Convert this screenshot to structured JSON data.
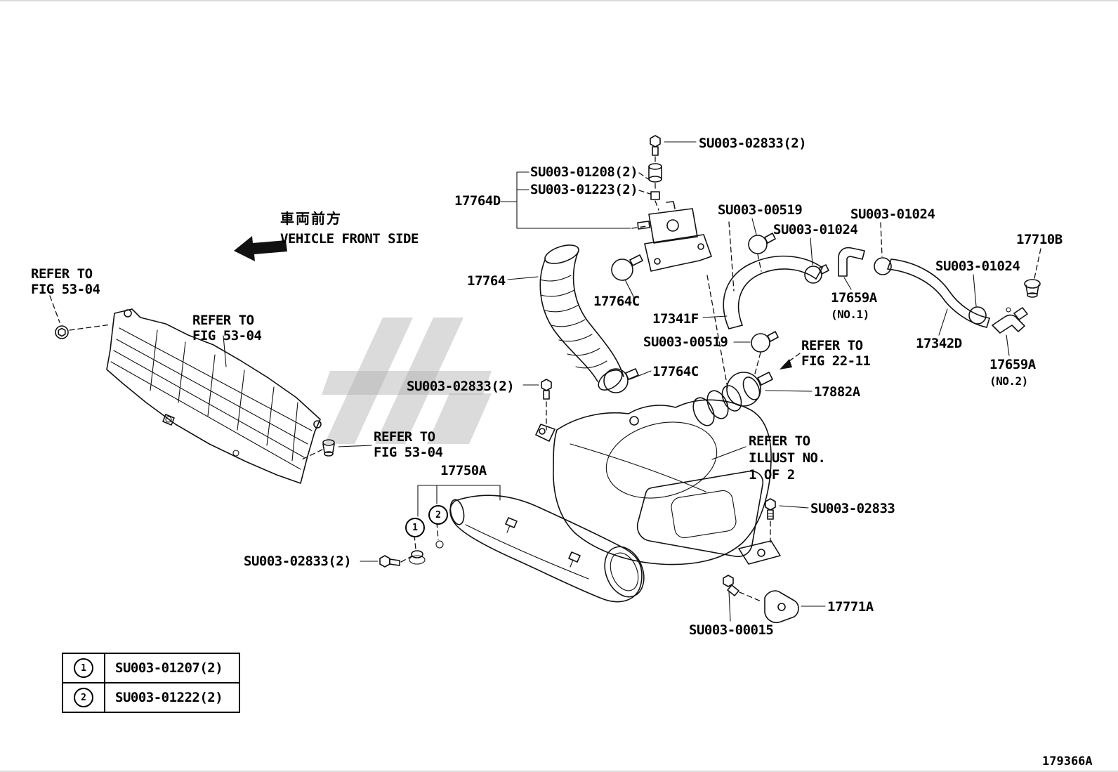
{
  "figure": {
    "code": "179366A"
  },
  "orientation": {
    "jp": "車両前方",
    "en": "VEHICLE FRONT SIDE"
  },
  "parts": {
    "bolt_top": "SU003-02833(2)",
    "su01208": "SU003-01208(2)",
    "su01223": "SU003-01223(2)",
    "valve_assy": "17764D",
    "clamp_00519_1": "SU003-00519",
    "clamp_01024_1": "SU003-01024",
    "clamp_01024_2": "SU003-01024",
    "grommet_17710b": "17710B",
    "clamp_01024_3": "SU003-01024",
    "hose_17764": "17764",
    "clamp_17764c_1": "17764C",
    "elbow_17659a_1": "17659A",
    "elbow_17659a_1_note": "(NO.1)",
    "hose_17341f": "17341F",
    "clamp_00519_2": "SU003-00519",
    "hose_17342d": "17342D",
    "elbow_17659a_2": "17659A",
    "elbow_17659a_2_note": "(NO.2)",
    "clamp_17764c_2": "17764C",
    "bolt_mid": "SU003-02833(2)",
    "clamp_17882a": "17882A",
    "duct_17750a": "17750A",
    "bolt_right": "SU003-02833",
    "bolt_bottom": "SU003-02833(2)",
    "bracket_17771a": "17771A",
    "bolt_00015": "SU003-00015"
  },
  "references": {
    "fig5304_left": [
      "REFER TO",
      "FIG 53-04"
    ],
    "fig5304_mid": [
      "REFER TO",
      "FIG 53-04"
    ],
    "fig5304_low": [
      "REFER TO",
      "FIG 53-04"
    ],
    "fig2211": [
      "REFER TO",
      "FIG 22-11"
    ],
    "illust": [
      "REFER TO",
      "ILLUST NO.",
      "1 OF 2"
    ]
  },
  "callouts": {
    "c1": "1",
    "c2": "2"
  },
  "legend": {
    "rows": [
      {
        "num": "1",
        "part": "SU003-01207(2)"
      },
      {
        "num": "2",
        "part": "SU003-01222(2)"
      }
    ]
  }
}
